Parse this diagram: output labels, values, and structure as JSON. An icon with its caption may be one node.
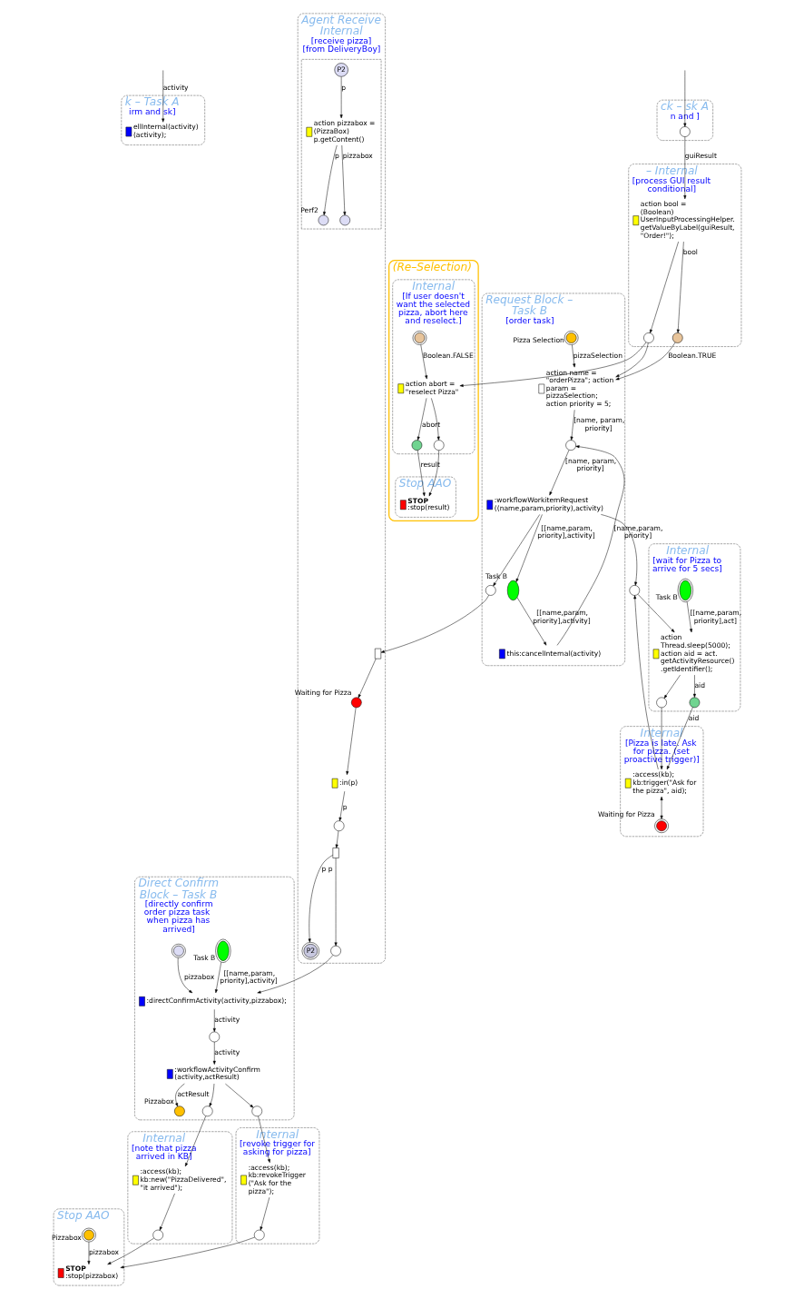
{
  "diagram": {
    "nodes": [
      {
        "text": [
          "k – Task A",
          "irm and sk]"
        ]
      },
      {
        "text": [],
        "shape": "box",
        "in": 0,
        "beside": [
          "ellInternal(activity) (activity);"
        ]
      },
      {
        "text": [
          "ck – sk A",
          "n and ]"
        ]
      },
      {
        "text": [],
        "shape": "circle",
        "in": 2
      },
      {
        "text": [
          "– Internal",
          "[process GUI result conditional]"
        ]
      },
      {
        "text": [],
        "shape": "box",
        "in": 4,
        "beside": [
          "action bool = (Boolean) UserInputProcessingHelper. getValueByLabel(guiResult, \"Order!\");"
        ]
      },
      {
        "text": [],
        "shape": "circle",
        "in": 4
      },
      {
        "text": [],
        "shape": "circle",
        "in": 4
      },
      {
        "text": [
          "(Re–Selection)"
        ]
      },
      {
        "text": [
          "Internal",
          "[If user doesn't want the selected pizza, abort here and reselect.]"
        ],
        "in": 8
      },
      {
        "text": [],
        "shape": "circle",
        "in": 9
      },
      {
        "text": [],
        "shape": "box",
        "in": 9,
        "beside": [
          "action abort = \"reselect Pizza\""
        ]
      },
      {
        "text": [],
        "shape": "circle",
        "in": 9
      },
      {
        "text": [],
        "shape": "circle",
        "in": 9
      },
      {
        "text": [
          "Stop AAO"
        ],
        "in": 8
      },
      {
        "text": [],
        "shape": "box",
        "in": 14,
        "beside": [
          "STOP",
          ":stop(result)"
        ]
      },
      {
        "text": [
          "Request Block – Task B",
          "[order task]"
        ]
      },
      {
        "text": [],
        "shape": "box",
        "in": 16,
        "beside": [
          "action name = \"orderPizza\"; action param = pizzaSelection; action priority = 5;"
        ]
      },
      {
        "text": [],
        "shape": "circle",
        "in": 16,
        "beside": [
          "Pizza Selection"
        ]
      },
      {
        "text": [],
        "shape": "circle",
        "in": 16
      },
      {
        "text": [],
        "shape": "box",
        "in": 16,
        "beside": [
          ":workflowWorkitemRequest ((name,param,priority),activity)"
        ]
      },
      {
        "text": [],
        "shape": "ellipse",
        "in": 16,
        "beside": [
          "Task B"
        ]
      },
      {
        "text": [],
        "shape": "box",
        "in": 16,
        "beside": [
          "this:cancelInternal(activity)"
        ]
      },
      {
        "text": [],
        "shape": "circle",
        "in": 16
      },
      {
        "text": [
          "Agent Receive Internal",
          "[receive pizza]",
          "[from DeliveryBoy]"
        ]
      },
      {
        "text": [],
        "shape": "box",
        "in": 24
      },
      {
        "text": [],
        "shape": "circle",
        "in": 24,
        "beside": [
          "Waiting for Pizza"
        ]
      },
      {
        "text": [],
        "shape": "box",
        "in": 24,
        "beside": [
          ":in(p)"
        ]
      },
      {
        "text": [],
        "shape": "circle",
        "in": 24
      },
      {
        "text": [],
        "shape": "box",
        "in": 24
      },
      {
        "text": [
          "P2"
        ],
        "in": 24
      },
      {
        "text": [],
        "shape": "circle",
        "in": 24
      },
      {
        "text": [],
        "shape": "box",
        "in": 24
      },
      {
        "text": [
          "P2"
        ],
        "in": 32
      },
      {
        "text": [],
        "shape": "box",
        "in": 32,
        "beside": [
          "action pizzabox = (PizzaBox) p.getContent()"
        ]
      },
      {
        "text": [],
        "shape": "circle",
        "in": 32
      },
      {
        "text": [],
        "shape": "circle",
        "in": 32,
        "beside": [
          "Perf2"
        ]
      },
      {
        "text": [],
        "shape": "circle"
      },
      {
        "text": [
          "Internal",
          "[wait for Pizza to arrive for 5 secs]"
        ]
      },
      {
        "text": [],
        "shape": "box",
        "in": 38,
        "beside": [
          "action Thread.sleep(5000); action aid = act. getActivityResource() .getIdentifier();"
        ]
      },
      {
        "text": [],
        "shape": "ellipse",
        "in": 38,
        "beside": [
          "Task B"
        ]
      },
      {
        "text": [],
        "shape": "circle",
        "in": 38
      },
      {
        "text": [],
        "shape": "circle",
        "in": 38
      },
      {
        "text": [
          "Internal",
          "[Pizza is late. Ask for pizza. (set proactive trigger)]"
        ]
      },
      {
        "text": [],
        "shape": "box",
        "in": 43,
        "beside": [
          ":access(kb); kb:trigger(\"Ask for the pizza\", aid);"
        ]
      },
      {
        "text": [],
        "shape": "circle",
        "in": 43,
        "beside": [
          "Waiting for Pizza"
        ]
      },
      {
        "text": [
          "Direct Confirm Block – Task B",
          "[directly confirm order pizza task  when pizza has arrived]"
        ]
      },
      {
        "text": [],
        "shape": "box",
        "in": 46,
        "beside": [
          ":directConfirmActivity(activity,pizzabox);"
        ]
      },
      {
        "text": [],
        "shape": "circle",
        "in": 46
      },
      {
        "text": [],
        "shape": "ellipse",
        "in": 46,
        "beside": [
          "Task B"
        ]
      },
      {
        "text": [],
        "shape": "circle",
        "in": 46
      },
      {
        "text": [],
        "shape": "box",
        "in": 46,
        "beside": [
          ":workflowActivityConfirm (activity,actResult)"
        ]
      },
      {
        "text": [],
        "shape": "circle",
        "in": 46,
        "beside": [
          "Pizzabox"
        ]
      },
      {
        "text": [],
        "shape": "circle",
        "in": 46
      },
      {
        "text": [],
        "shape": "circle",
        "in": 46
      },
      {
        "text": [
          "Internal",
          "[note that pizza arrived in KB]"
        ]
      },
      {
        "text": [],
        "shape": "box",
        "in": 55,
        "beside": [
          ":access(kb); kb:new(\"PizzaDelivered\", \"it arrived\");"
        ]
      },
      {
        "text": [],
        "shape": "circle",
        "in": 55
      },
      {
        "text": [
          "Internal",
          "[revoke trigger for asking for pizza]"
        ]
      },
      {
        "text": [],
        "shape": "box",
        "in": 58,
        "beside": [
          ":access(kb); kb:revokeTrigger (\"Ask for the pizza\");"
        ]
      },
      {
        "text": [],
        "shape": "circle",
        "in": 58
      },
      {
        "text": [
          "Stop AAO"
        ]
      },
      {
        "text": [],
        "shape": "box",
        "in": 61,
        "beside": [
          "STOP",
          ":stop(pizzabox)"
        ]
      },
      {
        "text": [],
        "shape": "circle",
        "in": 61,
        "beside": [
          "Pizzabox"
        ]
      }
    ],
    "edges": [
      {
        "from": null,
        "to": 1,
        "arrow": "to",
        "label": "activity"
      },
      {
        "from": null,
        "to": 3,
        "arrow": "to"
      },
      {
        "from": 3,
        "to": 5,
        "arrow": "to",
        "label": "guiResult"
      },
      {
        "from": 5,
        "to": 7,
        "arrow": "to",
        "label": "bool"
      },
      {
        "from": 5,
        "to": 6,
        "arrow": "to"
      },
      {
        "from": 6,
        "to": 11,
        "arrow": "to"
      },
      {
        "from": 6,
        "to": 17,
        "arrow": "to"
      },
      {
        "from": 7,
        "to": 17,
        "arrow": "to",
        "label": "Boolean.TRUE"
      },
      {
        "from": 10,
        "to": 11,
        "arrow": "to",
        "label": "Boolean.FALSE"
      },
      {
        "from": 11,
        "to": 12,
        "arrow": "to"
      },
      {
        "from": 11,
        "to": 13,
        "arrow": "to",
        "label": "abort"
      },
      {
        "from": 12,
        "to": 15,
        "arrow": "to"
      },
      {
        "from": 13,
        "to": 15,
        "arrow": "to",
        "label": "result"
      },
      {
        "from": 18,
        "to": 17,
        "arrow": "to",
        "label": "pizzaSelection"
      },
      {
        "from": 17,
        "to": 19,
        "arrow": "to",
        "label": "[name, param, priority]"
      },
      {
        "from": 19,
        "to": 20,
        "arrow": "to",
        "label": "[name, param, priority]"
      },
      {
        "from": 20,
        "to": 21,
        "arrow": "to",
        "label": "[[name,param, priority],activity]"
      },
      {
        "from": 21,
        "to": 22,
        "arrow": "to",
        "label": "[[name,param, priority],activity]"
      },
      {
        "from": 22,
        "to": 19,
        "arrow": "to",
        "label": "[name,param, priority]"
      },
      {
        "from": 20,
        "to": 23,
        "arrow": "to"
      },
      {
        "from": 20,
        "to": 37,
        "arrow": "to"
      },
      {
        "from": 23,
        "to": 25,
        "arrow": "to"
      },
      {
        "from": 25,
        "to": 26,
        "arrow": "to"
      },
      {
        "from": 26,
        "to": 27,
        "arrow": "to"
      },
      {
        "from": 27,
        "to": 28,
        "arrow": "to",
        "label": "p"
      },
      {
        "from": 28,
        "to": 29,
        "arrow": "to"
      },
      {
        "from": 29,
        "to": 30,
        "arrow": "to",
        "label": "p p"
      },
      {
        "from": 29,
        "to": 31,
        "arrow": "to"
      },
      {
        "from": 33,
        "to": 34,
        "arrow": "to",
        "label": "p"
      },
      {
        "from": 34,
        "to": 35,
        "arrow": "to",
        "label": "pizzabox"
      },
      {
        "from": 34,
        "to": 36,
        "arrow": "to",
        "label": "p"
      },
      {
        "from": 37,
        "to": 39,
        "arrow": "to"
      },
      {
        "from": 40,
        "to": 39,
        "arrow": "to",
        "label": "[[name,param, priority],act]"
      },
      {
        "from": 39,
        "to": 41,
        "arrow": "to"
      },
      {
        "from": 39,
        "to": 42,
        "arrow": "to",
        "label": "aid"
      },
      {
        "from": 41,
        "to": 44,
        "arrow": "to"
      },
      {
        "from": 42,
        "to": 44,
        "arrow": "to",
        "label": "aid"
      },
      {
        "from": 44,
        "to": 45,
        "arrow": "both"
      },
      {
        "from": 44,
        "to": 37,
        "arrow": "to"
      },
      {
        "from": 31,
        "to": 47,
        "arrow": "to"
      },
      {
        "from": 48,
        "to": 47,
        "arrow": "to",
        "label": "pizzabox"
      },
      {
        "from": 49,
        "to": 47,
        "arrow": "to",
        "label": "[[name,param, priority],activity]"
      },
      {
        "from": 47,
        "to": 50,
        "arrow": "to",
        "label": "activity"
      },
      {
        "from": 50,
        "to": 51,
        "arrow": "to",
        "label": "activity"
      },
      {
        "from": 51,
        "to": 52,
        "arrow": "to",
        "label": "actResult"
      },
      {
        "from": 51,
        "to": 53,
        "arrow": "to"
      },
      {
        "from": 51,
        "to": 54,
        "arrow": "to"
      },
      {
        "from": 53,
        "to": 56,
        "arrow": "to"
      },
      {
        "from": 56,
        "to": 57,
        "arrow": "to"
      },
      {
        "from": 54,
        "to": 59,
        "arrow": "to"
      },
      {
        "from": 59,
        "to": 60,
        "arrow": "to"
      },
      {
        "from": 57,
        "to": 62,
        "arrow": "to"
      },
      {
        "from": 60,
        "to": 62,
        "arrow": "to"
      },
      {
        "from": 63,
        "to": 62,
        "arrow": "to",
        "label": "pizzabox"
      }
    ]
  }
}
